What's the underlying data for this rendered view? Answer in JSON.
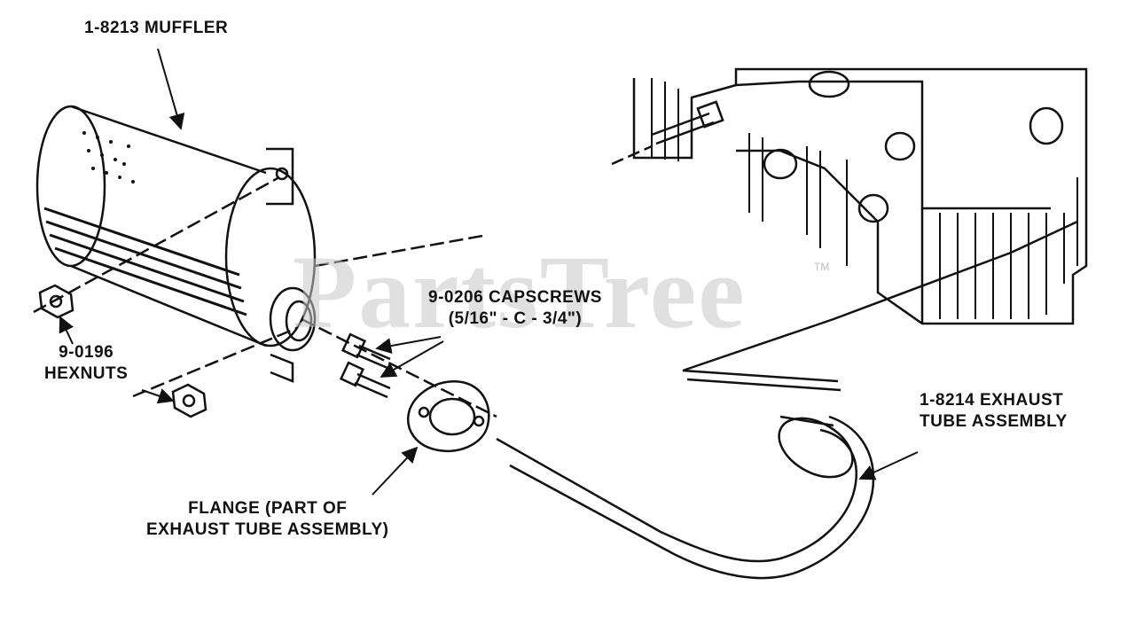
{
  "labels": {
    "muffler": "1-8213 MUFFLER",
    "capscrews": "9-0206 CAPSCREWS",
    "capscrews_spec": "(5/16\" - C - 3/4\")",
    "hexnuts_part": "9-0196",
    "hexnuts_name": "HEXNUTS",
    "exhaust_line1": "1-8214 EXHAUST",
    "exhaust_line2": "TUBE ASSEMBLY",
    "flange_line1": "FLANGE (PART OF",
    "flange_line2": "EXHAUST TUBE ASSEMBLY)"
  },
  "watermark": {
    "text": "PartsTree",
    "mark": "TM"
  },
  "colors": {
    "ink": "#111111",
    "watermark": "#c8c8c8",
    "background": "#ffffff"
  }
}
